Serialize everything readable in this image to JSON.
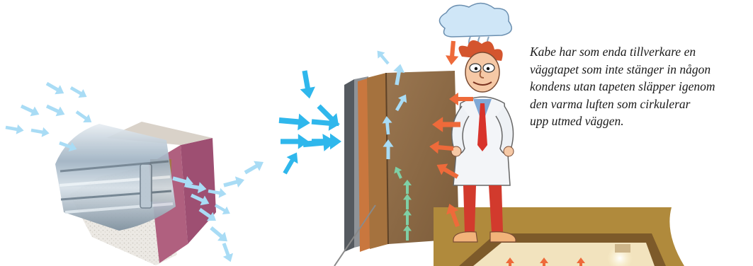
{
  "caption": {
    "lines": [
      "Kabe har som enda tillverkare en",
      "väggtapet som inte stänger in någon",
      "kondens utan tapeten släpper igenom",
      "den varma luften som cirkulerar",
      "upp utmed väggen."
    ]
  },
  "colors": {
    "cold_air_arrow": "#2fb7ec",
    "light_air_arrow": "#a9dcf5",
    "warm_air_arrow": "#ee6a3a",
    "rising_air_arrow": "#7fcfa5",
    "wall_panel": "#8a6a46",
    "insulation": "#a3547a",
    "cloud": "#cfe6f7"
  },
  "icons": {
    "cloud": "cloud-icon",
    "character": "scientist-character",
    "window_profile": "window-frame-cross-section",
    "wall_layers": "wall-layers-cross-section",
    "ceiling_detail": "ceiling-detail"
  }
}
